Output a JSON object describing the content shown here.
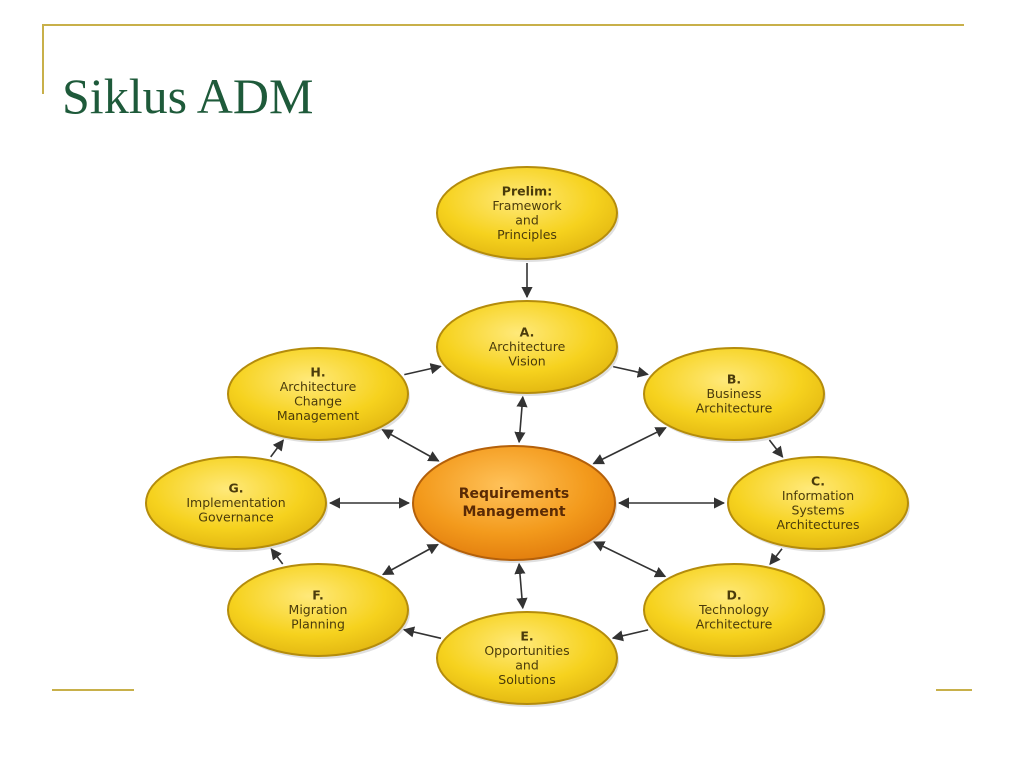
{
  "slide": {
    "title": "Siklus ADM"
  },
  "diagram": {
    "colors": {
      "node": "#f6d21e",
      "node_edge": "#b48c0c",
      "center": "#f39a1c",
      "center_edge": "#b4600a",
      "arrow": "#333333"
    },
    "center": {
      "id": "requirements",
      "lines": [
        "Requirements",
        "Management"
      ]
    },
    "prelim": {
      "id": "prelim",
      "lines": [
        "Prelim:",
        "Framework",
        "and",
        "Principles"
      ]
    },
    "phases": [
      {
        "id": "a",
        "lines": [
          "A.",
          "Architecture",
          "Vision"
        ]
      },
      {
        "id": "b",
        "lines": [
          "B.",
          "Business",
          "Architecture"
        ]
      },
      {
        "id": "c",
        "lines": [
          "C.",
          "Information",
          "Systems",
          "Architectures"
        ]
      },
      {
        "id": "d",
        "lines": [
          "D.",
          "Technology",
          "Architecture"
        ]
      },
      {
        "id": "e",
        "lines": [
          "E.",
          "Opportunities",
          "and",
          "Solutions"
        ]
      },
      {
        "id": "f",
        "lines": [
          "F.",
          "Migration",
          "Planning"
        ]
      },
      {
        "id": "g",
        "lines": [
          "G.",
          "Implementation",
          "Governance"
        ]
      },
      {
        "id": "h",
        "lines": [
          "H.",
          "Architecture",
          "Change",
          "Management"
        ]
      }
    ]
  }
}
